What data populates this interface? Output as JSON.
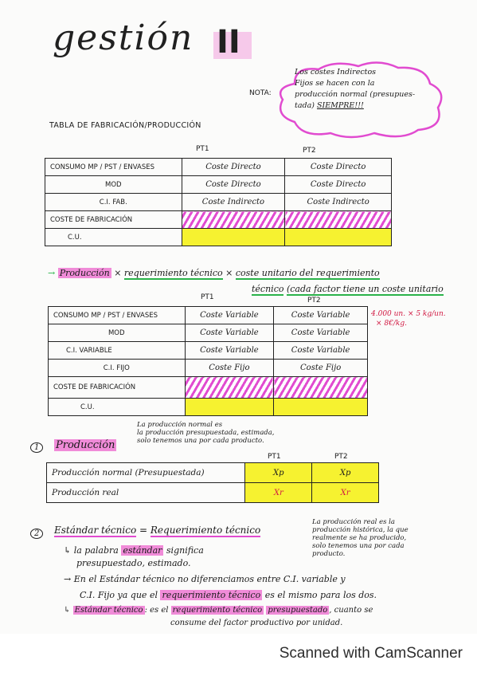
{
  "title": {
    "main": "gestión",
    "roman": "II"
  },
  "note": {
    "label": "NOTA:",
    "lines": [
      "Los costes Indirectos",
      "Fijos se hacen con la",
      "producción normal (presupues-",
      "tada)"
    ],
    "emphasis": "SIEMPRE!!!"
  },
  "table1": {
    "caption": "TABLA DE FABRICACIÓN/PRODUCCIÓN",
    "col_headers": [
      "PT1",
      "PT2"
    ],
    "rows": [
      {
        "label": "CONSUMO MP / PST / ENVASES",
        "pt1": "Coste Directo",
        "pt2": "Coste Directo"
      },
      {
        "label": "MOD",
        "pt1": "Coste Directo",
        "pt2": "Coste Directo"
      },
      {
        "label": "C.I. FAB.",
        "pt1": "Coste Indirecto",
        "pt2": "Coste Indirecto"
      },
      {
        "label": "COSTE DE FABRICACIÓN",
        "pt1": "",
        "pt2": ""
      },
      {
        "label": "C.U.",
        "pt1": "",
        "pt2": ""
      }
    ]
  },
  "formula": {
    "arrow": "→",
    "part1": "Producción",
    "times1": "×",
    "part2": "requerimiento técnico",
    "times2": "×",
    "part3": "coste unitario del requerimiento",
    "part4": "técnico",
    "part5": "(cada factor tiene un coste unitario"
  },
  "table2": {
    "col_headers": [
      "PT1",
      "PT2"
    ],
    "rows": [
      {
        "label": "CONSUMO MP / PST / ENVASES",
        "pt1": "Coste Variable",
        "pt2": "Coste Variable"
      },
      {
        "label": "MOD",
        "pt1": "Coste Variable",
        "pt2": "Coste Variable"
      },
      {
        "label": "C.I. VARIABLE",
        "pt1": "Coste Variable",
        "pt2": "Coste Variable"
      },
      {
        "label": "C.I. FIJO",
        "pt1": "Coste Fijo",
        "pt2": "Coste Fijo"
      },
      {
        "label": "COSTE DE FABRICACIÓN",
        "pt1": "",
        "pt2": ""
      },
      {
        "label": "C.U.",
        "pt1": "",
        "pt2": ""
      }
    ],
    "side_note": [
      "4.000 un. × 5 kg/un.",
      "× 8€/kg."
    ]
  },
  "section1": {
    "number": "1",
    "title": "Producción",
    "annotation": [
      "La producción normal es",
      "la producción presupuestada, estimada,",
      "solo tenemos una por cada producto."
    ],
    "col_headers": [
      "PT1",
      "PT2"
    ],
    "rows": [
      {
        "label": "Producción normal (Presupuestada)",
        "pt1": "Xp",
        "pt2": "Xp"
      },
      {
        "label": "Producción real",
        "pt1": "Xr",
        "pt2": "Xr"
      }
    ],
    "real_note": [
      "La producción real es la",
      "producción histórica, la que",
      "realmente se ha producido,",
      "solo tenemos una por cada",
      "producto."
    ]
  },
  "section2": {
    "number": "2",
    "title_a": "Estándar técnico",
    "equals": "=",
    "title_b": "Requerimiento técnico",
    "bullet1": {
      "pre": "la palabra ",
      "hl": "estándar",
      "post": " significa",
      "line2": "presupuestado, estimado."
    },
    "bullet2": {
      "line1": "En el Estándar técnico no diferenciamos entre C.I. variable y",
      "line2_pre": "C.I. Fijo ya que el ",
      "line2_hl": "requerimiento técnico",
      "line2_post": " es el mismo para los dos."
    },
    "bullet3": {
      "hl1": "Estándar técnico",
      "mid": ": es el ",
      "hl2": "requerimiento técnico",
      "hl3": "presupuestado",
      "post": ", cuanto se",
      "line2": "consume del factor productivo por unidad."
    }
  },
  "footer": {
    "text": "Scanned with CamScanner"
  }
}
